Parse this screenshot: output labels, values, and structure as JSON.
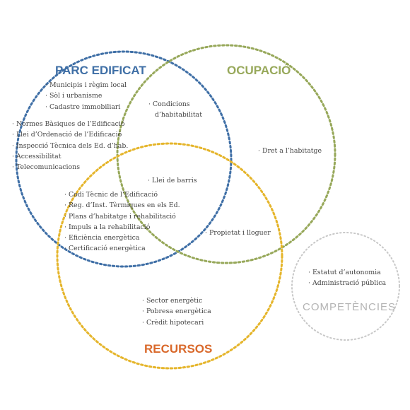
{
  "colors": {
    "parc": "#3f6fa6",
    "ocupacio": "#97a85a",
    "recursos": "#e5b52b",
    "recursos_title": "#d9682a",
    "competencies": "#c8c8c8",
    "competencies_title": "#b3b3b3"
  },
  "titles": {
    "parc": "PARC EDIFICAT",
    "ocupacio": "OCUPACIÓ",
    "recursos": "RECURSOS",
    "competencies": "COMPETÈNCIES"
  },
  "groups": {
    "parc_top": [
      "Municipis i règim local",
      "Sòl i urbanisme",
      "Cadastre immobiliari"
    ],
    "parc_left": [
      "Normes Bàsiques de l’Edificació",
      "Llei d’Ordenació de l’Edificació",
      "Inspecció Tècnica dels Ed. d’hab.",
      "Accessibilitat",
      "Telecomunicacions"
    ],
    "parc_ocupacio": [
      "Condicions",
      "d’habitabilitat"
    ],
    "ocupacio_only": [
      "Dret a l’habitatge"
    ],
    "center": [
      "Llei de barris"
    ],
    "parc_recursos": [
      "Codi Tècnic de l’Edificació",
      "Reg. d’Inst. Tèrmiques en els Ed.",
      "Plans d’habitatge i rehabilitació",
      "Impuls a la rehabilitació",
      "Eficiència energètica",
      "Certificació energètica"
    ],
    "ocupacio_recursos": [
      "Propietat i lloguer"
    ],
    "recursos_only": [
      "Sector energètic",
      "Pobresa energètica",
      "Crèdit hipotecari"
    ],
    "competencies": [
      "Estatut d’autonomia",
      "Administració pública"
    ]
  }
}
